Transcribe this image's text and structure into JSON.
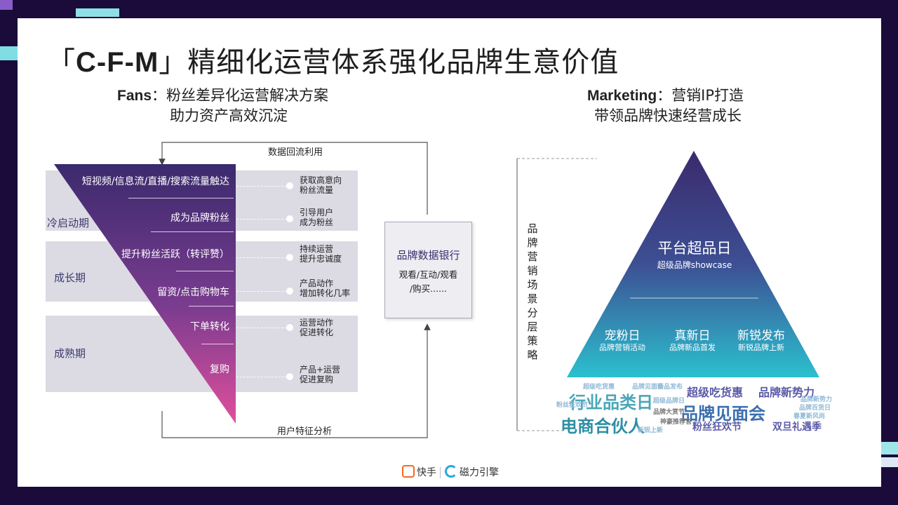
{
  "title": {
    "bracket_open": "「",
    "brand": "C-F-M",
    "bracket_close": "」",
    "rest": "精细化运营体系强化品牌生意价值"
  },
  "fans": {
    "label": "Fans",
    "colon": "：",
    "line1": "粉丝差异化运营解决方案",
    "line2": "助力资产高效沉淀"
  },
  "marketing": {
    "label": "Marketing",
    "colon": "：",
    "line1": "营销IP打造",
    "line2": "带领品牌快速经营成长"
  },
  "funnel": {
    "top_flow_label": "数据回流利用",
    "bottom_flow_label": "用户特征分析",
    "stages": [
      "冷启动期",
      "成长期",
      "成熟期"
    ],
    "steps": [
      "短视频/信息流/直播/搜索流量触达",
      "成为品牌粉丝",
      "提升粉丝活跃（转评赞）",
      "留资/点击购物车",
      "下单转化",
      "复购"
    ],
    "notes": [
      [
        "获取高意向",
        "粉丝流量"
      ],
      [
        "引导用户",
        "成为粉丝"
      ],
      [
        "持续运营",
        "提升忠诚度"
      ],
      [
        "产品动作",
        "增加转化几率"
      ],
      [
        "运营动作",
        "促进转化"
      ],
      [
        "产品+运营",
        "促进复购"
      ]
    ]
  },
  "bank": {
    "title": "品牌数据银行",
    "line1": "观看/互动/观看",
    "line2": "/购买......"
  },
  "pyramid": {
    "side_label": [
      "品",
      "牌",
      "营",
      "销",
      "场",
      "景",
      "分",
      "层",
      "策",
      "略"
    ],
    "top_title": "平台超品日",
    "top_sub": "超级品牌showcase",
    "items": [
      {
        "title": "宠粉日",
        "sub": "品牌营销活动"
      },
      {
        "title": "真新日",
        "sub": "品牌新品首发"
      },
      {
        "title": "新锐发布",
        "sub": "新锐品牌上新"
      }
    ]
  },
  "word_cloud": {
    "words": [
      "行业品类日",
      "品牌见面会",
      "电商合伙人",
      "超级吃货惠",
      "品牌新势力",
      "粉丝狂欢节",
      "双旦礼遇季",
      "品牌大赏节",
      "神豪推荐官",
      "春夏新风尚",
      "品牌百货日",
      "新品发布",
      "超级吃货惠",
      "品牌见面会",
      "超级品牌日",
      "品牌新势力",
      "粉丝狂欢节",
      "新锐上新"
    ],
    "colors": [
      "#3a6fb0",
      "#4aa6b8",
      "#5a5aa8",
      "#8fb9d6",
      "#2d8fa3"
    ]
  },
  "logos": {
    "kuaishou": "快手",
    "cili": "磁力引擎"
  }
}
